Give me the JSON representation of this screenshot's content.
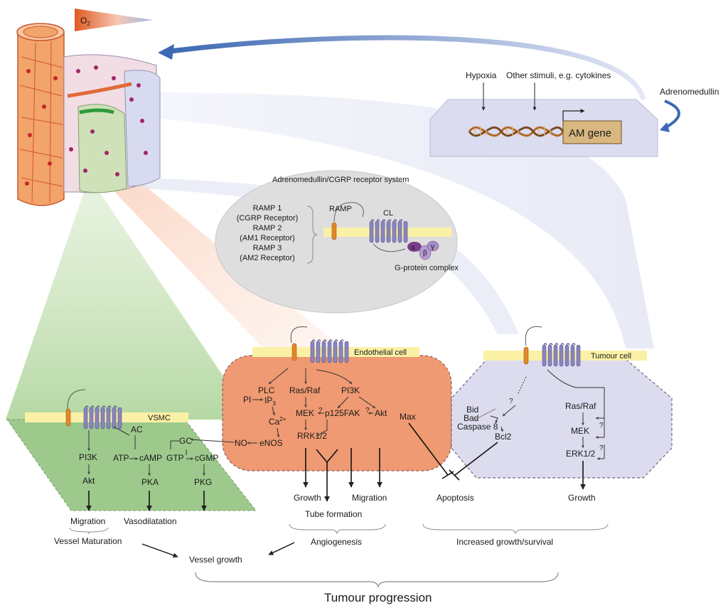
{
  "top": {
    "oxygen": "O",
    "oxygen_sub": "2",
    "hypoxia": "Hypoxia",
    "other_stimuli": "Other stimuli, e.g. cytokines",
    "adrenomedullin": "Adrenomedullin",
    "am_gene": "AM gene"
  },
  "receptor_system": {
    "title": "Adrenomedullin/CGRP receptor system",
    "lines": [
      "RAMP 1",
      "(CGRP Receptor)",
      "RAMP 2",
      "(AM1 Receptor)",
      "RAMP 3",
      "(AM2 Receptor)"
    ],
    "ramp": "RAMP",
    "cl": "CL",
    "alpha": "α",
    "beta": "β",
    "gamma": "γ",
    "gprotein": "G-protein complex"
  },
  "vsmc": {
    "label": "VSMC",
    "ac": "AC",
    "gc": "GC",
    "pi3k": "PI3K",
    "atp": "ATP",
    "camp": "cAMP",
    "gtp": "GTP",
    "cgmp": "cGMP",
    "akt": "Akt",
    "pka": "PKA",
    "pkg": "PKG",
    "migration": "Migration",
    "vasodilatation": "Vasodilatation",
    "vessel_maturation": "Vessel Maturation"
  },
  "endothelial": {
    "label": "Endothelial cell",
    "plc": "PLC",
    "pi": "PI",
    "ip3": "IP",
    "ip3_sub": "3",
    "ras_raf": "Ras/Raf",
    "pi3k": "PI3K",
    "mek": "MEK",
    "q1": "?",
    "q2": "?",
    "p125fak": "p125FAK",
    "akt": "Akt",
    "ca": "Ca",
    "ca_sup": "2+",
    "no": "NO",
    "enos": "eNOS",
    "rrk": "RRK1/2",
    "max": "Max",
    "growth": "Growth",
    "tube_formation": "Tube formation",
    "migration": "Migration",
    "angiogenesis": "Angiogenesis"
  },
  "tumour": {
    "label": "Tumour cell",
    "q1": "?",
    "bid": "Bid",
    "bad": "Bad",
    "caspase": "Caspase 8",
    "bcl2": "Bcl2",
    "ras_raf": "Ras/Raf",
    "mek": "MEK",
    "q2": "?",
    "erk": "ERK1/2",
    "q3": "?",
    "growth": "Growth",
    "apoptosis": "Apoptosis",
    "increased": "Increased growth/survival"
  },
  "bottom": {
    "vessel_growth": "Vessel growth",
    "tumour_progression": "Tumour progression"
  },
  "colors": {
    "vsmc_fill": "#8cc07a",
    "endo_fill": "#ef9a72",
    "tumour_fill": "#dcdcee",
    "membrane": "#fbf1a6",
    "receptor": "#8a86bd",
    "ramp": "#e0882a",
    "vessel": "#f2a46a"
  }
}
